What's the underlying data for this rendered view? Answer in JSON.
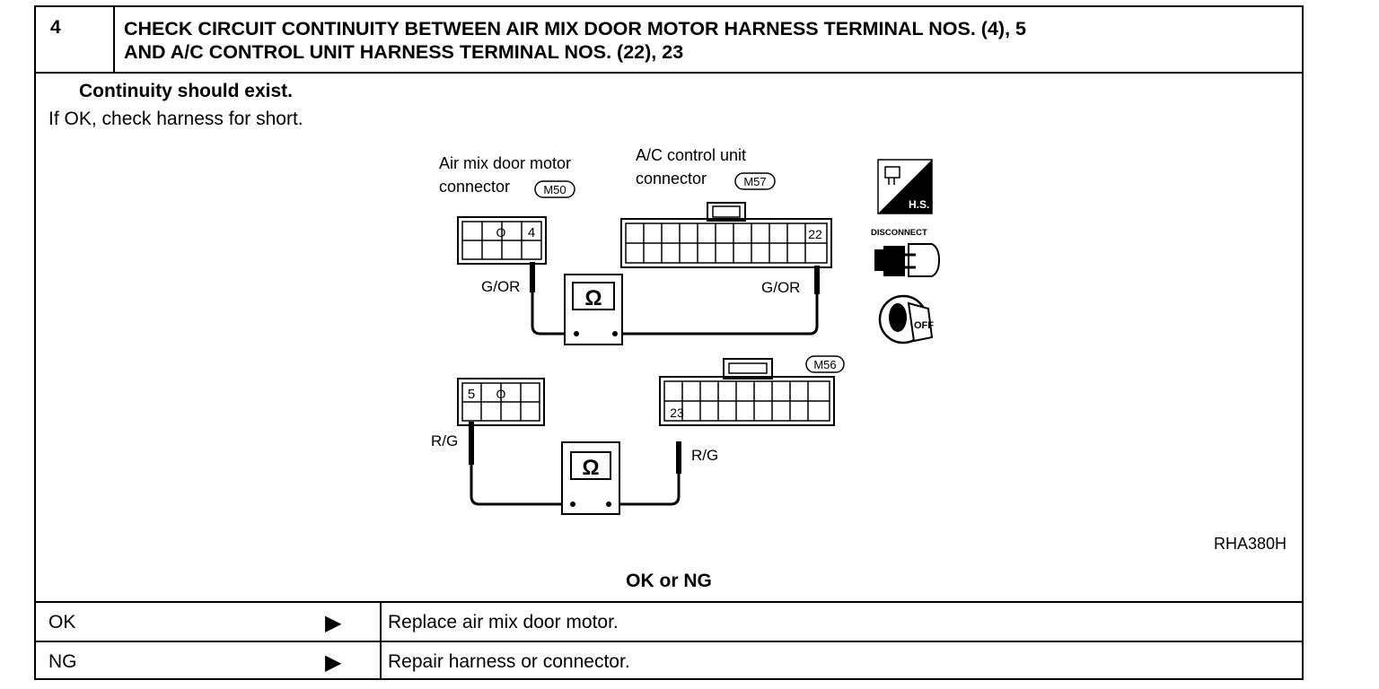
{
  "header": {
    "step": "4",
    "title_line1": "CHECK CIRCUIT CONTINUITY BETWEEN AIR MIX DOOR MOTOR HARNESS TERMINAL NOS. (4), 5",
    "title_line2": "AND A/C CONTROL UNIT HARNESS TERMINAL NOS. (22), 23"
  },
  "body": {
    "continuity": "Continuity should exist.",
    "if_ok": "If OK, check harness for short."
  },
  "diagram": {
    "label_air_mix_1": "Air mix door motor",
    "label_air_mix_2": "connector",
    "conn_m50": "M50",
    "label_ac_1": "A/C control unit",
    "label_ac_2": "connector",
    "conn_m57": "M57",
    "conn_m56": "M56",
    "term_4": "4",
    "term_22": "22",
    "term_5": "5",
    "term_23": "23",
    "circle_mark": "O",
    "wire_gor": "G/OR",
    "wire_rg": "R/G",
    "ohm": "Ω",
    "hs": "H.S.",
    "disconnect": "DISCONNECT",
    "off": "OFF",
    "ref_code": "RHA380H"
  },
  "result": {
    "heading": "OK or NG",
    "rows": [
      {
        "label": "OK",
        "action": "Replace air mix door motor."
      },
      {
        "label": "NG",
        "action": "Repair harness or connector."
      }
    ]
  }
}
